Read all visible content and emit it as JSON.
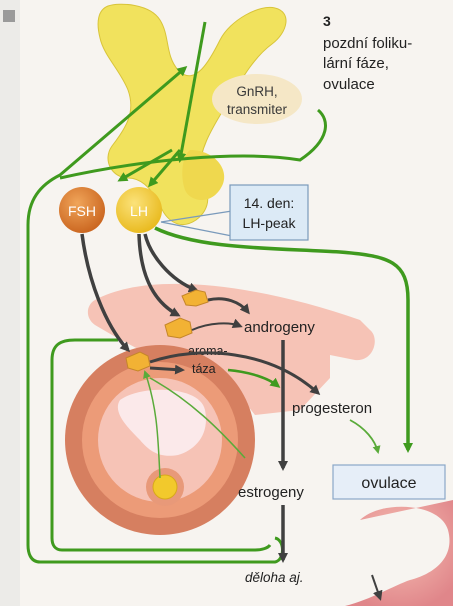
{
  "heading": {
    "number": "3",
    "lines": [
      "pozdní foliku-",
      "lární fáze,",
      "ovulace"
    ]
  },
  "gnrh_label": [
    "GnRH,",
    "transmiter"
  ],
  "hormones": {
    "fsh": "FSH",
    "lh": "LH"
  },
  "lh_peak_box": [
    "14. den:",
    "LH-peak"
  ],
  "enzyme_label": [
    "aroma-",
    "táza"
  ],
  "products": {
    "androgeny": "androgeny",
    "progesteron": "progesteron",
    "estrogeny": "estrogeny",
    "ovulace": "ovulace",
    "target": "děloha aj."
  },
  "colors": {
    "arrow_green": "#3f9a1e",
    "arrow_dark": "#404040",
    "hormone_orange": "#d9782a",
    "hormone_yellow": "#f2c92c",
    "gland_yellow": "#f1e25d",
    "tissue_pink": "#f6c3b6",
    "follicle_ring": "#d67f60",
    "lh_box_fill": "#dceaf6",
    "ovulace_box_fill": "#e6eef8"
  }
}
